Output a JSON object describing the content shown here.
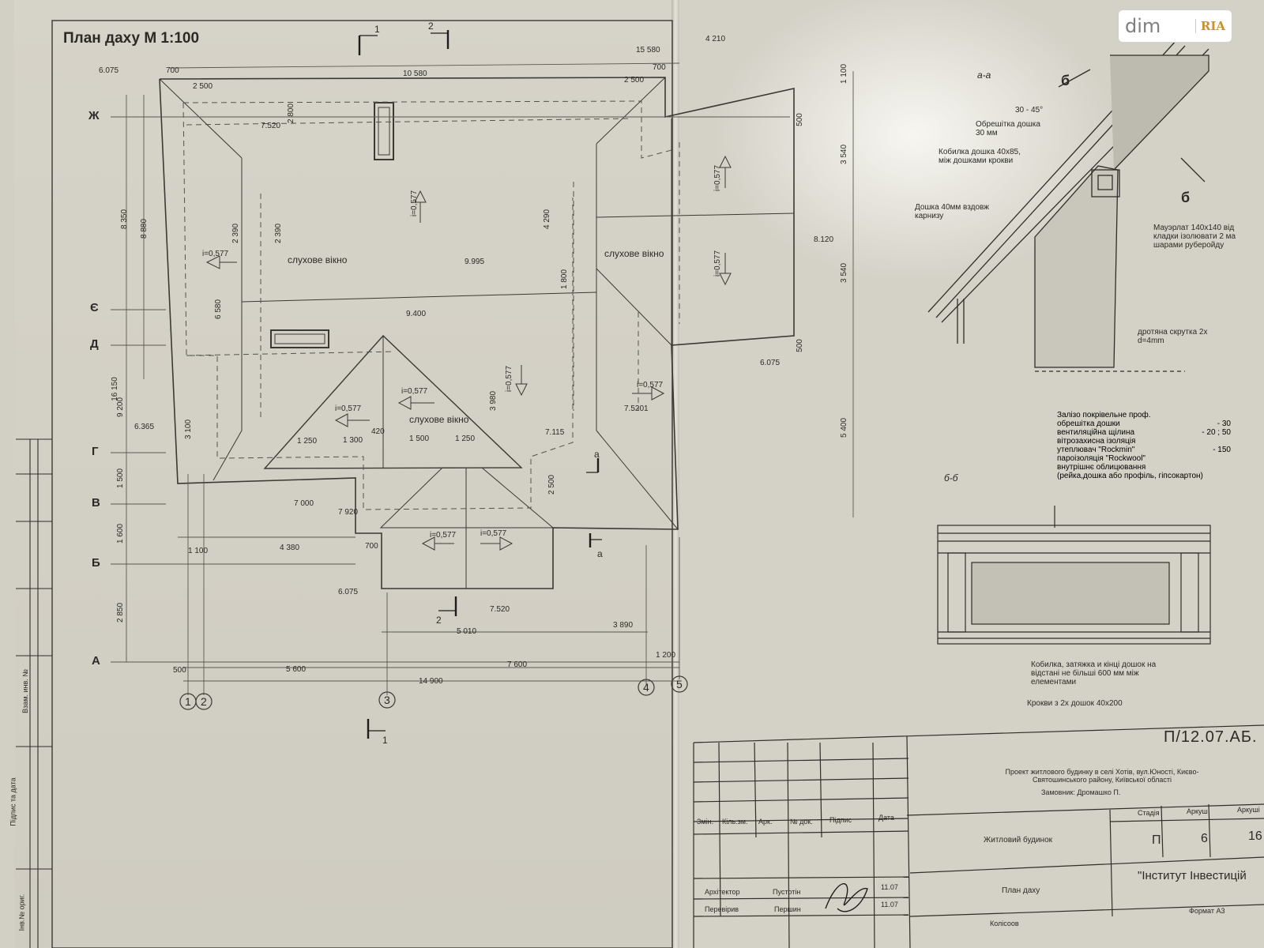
{
  "sheet": {
    "title": "План даху М 1:100",
    "code": "П/12.07.АБ."
  },
  "plan": {
    "axes_letters": [
      "Ж",
      "Є",
      "Д",
      "Г",
      "В",
      "Б",
      "А"
    ],
    "axes_numbers": [
      "1",
      "2",
      "3",
      "4",
      "5"
    ],
    "section_marks": [
      "1",
      "2",
      "1",
      "2",
      "а",
      "а"
    ],
    "dims": {
      "top_total": "15 580",
      "top_mid": "10 580",
      "top_left": "2 500",
      "top_right": "2 500",
      "corner_left": "700",
      "corner_right": "700",
      "right_top": "4 210",
      "left_level": "6.075",
      "bottom_a1": "500",
      "bottom_a2": "5 600",
      "bottom_a3": "7 600",
      "bottom_a4": "1 200",
      "bottom_total": "14 900",
      "bottom_mid1": "5 010",
      "bottom_mid2": "3 890",
      "bottom_level": "6.075",
      "bottom_level2": "7.520",
      "row_b1": "1 100",
      "row_b2": "4 380",
      "row_b3": "700",
      "row_v1": "7 000",
      "row_v2": "7 920",
      "left_v1": "8 350",
      "left_v2": "8 880",
      "left_v3": "6 580",
      "left_v4": "16 150",
      "left_v5": "9 200",
      "left_v6": "1 500",
      "left_v7": "1 600",
      "left_v8": "2 850",
      "right_v1": "1 100",
      "right_v2": "3 540",
      "right_v3": "3 540",
      "right_v4": "5 400",
      "right_v5": "500",
      "right_v6": "500",
      "lvl_8120": "8.120",
      "lvl_6075b": "6.075",
      "lvl_7520": "7.520",
      "lvl_9995": "9.995",
      "lvl_9400": "9.400",
      "lvl_7115": "7.115",
      "lvl_7520b": "7.5201",
      "lvl_6365": "6.365",
      "dim_2390a": "2 390",
      "dim_2390b": "2 390",
      "dim_1800": "1 800",
      "dim_4290": "4 290",
      "dim_3980": "3 980",
      "dim_1250a": "1 250",
      "dim_1300": "1 300",
      "dim_1500": "1 500",
      "dim_1250b": "1 250",
      "dim_420": "420",
      "dim_2800": "2 800",
      "dim_2500": "2 500",
      "dim_3100": "3 100"
    },
    "slopes": [
      "i=0,577",
      "i=0,577",
      "i=0,577",
      "i=0,577",
      "i=0,577",
      "i=0,577",
      "i=0,577",
      "i=0,577",
      "i=0,577",
      "i=0,577"
    ],
    "dormer_label_1": "слухове вікно",
    "dormer_label_2": "слухове вікно",
    "dormer_label_3": "слухове вікно"
  },
  "detail_aa": {
    "title": "а-а",
    "section_mark": "б",
    "angle": "30 - 45°",
    "note1": "Обрешітка дошка 30 мм",
    "note2": "Кобилка дошка 40х85, між дошками крокви",
    "note3": "Дошка 40мм вздовж карнизу",
    "note4": "Мауэрлат 140х140 від кладки ізолювати 2 ма шарами руберойду",
    "note5": "дротяна скрутка 2х d=4mm"
  },
  "detail_bb": {
    "title": "б-б",
    "layers": [
      {
        "name": "Залізо покрівельне проф.",
        "value": ""
      },
      {
        "name": "обрешітка дошки",
        "value": "- 30"
      },
      {
        "name": "вентиляційна щілина",
        "value": "- 20 ; 50"
      },
      {
        "name": "вітрозахисна ізоляція",
        "value": ""
      },
      {
        "name": "утеплювач \"Rockmin\"",
        "value": "- 150"
      },
      {
        "name": "пароізоляція \"Rockwool\"",
        "value": ""
      },
      {
        "name": "внутрішнє облицювання",
        "value": ""
      },
      {
        "name": "(рейка,дошка або профіль, гіпсокартон)",
        "value": ""
      }
    ],
    "note1": "Кобилка, затяжка и кінці дошок на відстані не більші 600 мм між елементами",
    "note2": "Крокви з 2х дошок 40х200"
  },
  "stamp": {
    "project": "Проект житлового будинку в селі Хотів, вул.Юності, Києво-Святошинського району, Київської області",
    "customer": "Замовник: Дромашко    П.",
    "col_headers": [
      "Змін.",
      "Кіль.зм.",
      "Арк.",
      "№ док.",
      "Підпис",
      "Дата"
    ],
    "building": "Житловий будинок",
    "stage_h": "Стадія",
    "sheet_h": "Аркуш",
    "sheets_h": "Аркуші",
    "stage": "П",
    "sheet": "6",
    "sheets": "16",
    "role1": "Архітектор",
    "name1": "Пустотін",
    "date1": "11.07",
    "role2": "Перевірив",
    "name2": "Першин",
    "date2": "11.07",
    "drawing_name": "План даху",
    "org": "\"Інститут Інвестицій",
    "drawn_by": "Колісоов",
    "format": "Формат А3"
  },
  "side_stamp": [
    "Взам. инв. №",
    "Підпис та дата",
    "Інв.№ ориг."
  ],
  "watermark": {
    "left": "dim",
    "right": "RIA"
  }
}
